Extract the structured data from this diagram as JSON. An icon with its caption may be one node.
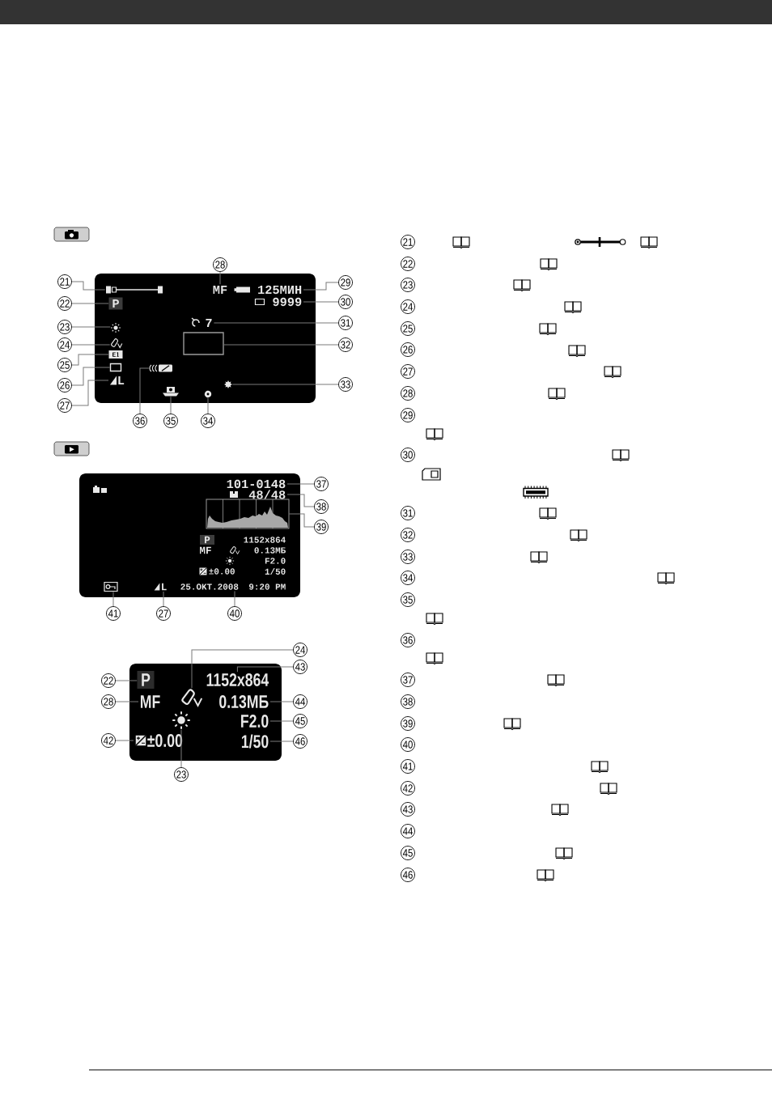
{
  "diagram": {
    "nodes": [
      {
        "text": [],
        "shape": "box"
      },
      {
        "text": [],
        "shape": "picture",
        "in": 0
      },
      {
        "text": [
          "P"
        ],
        "in": 0
      },
      {
        "text": [],
        "shape": "picture",
        "in": 0
      },
      {
        "text": [],
        "shape": "picture",
        "in": 0
      },
      {
        "text": [
          "E1"
        ],
        "in": 0
      },
      {
        "text": [],
        "shape": "box",
        "in": 0
      },
      {
        "text": [
          "L"
        ],
        "in": 0
      },
      {
        "text": [
          "MF"
        ],
        "in": 0
      },
      {
        "text": [
          "125МИН"
        ],
        "in": 0
      },
      {
        "text": [
          "9999"
        ],
        "in": 0
      },
      {
        "text": [
          "7"
        ],
        "in": 0
      },
      {
        "text": [],
        "shape": "box",
        "in": 0
      },
      {
        "text": [],
        "shape": "picture",
        "in": 0
      },
      {
        "text": [],
        "shape": "picture",
        "in": 0
      },
      {
        "text": [],
        "shape": "picture",
        "in": 0
      },
      {
        "text": [],
        "shape": "picture",
        "in": 0
      },
      {
        "text": [
          "21"
        ]
      },
      {
        "text": [
          "22"
        ]
      },
      {
        "text": [
          "23"
        ]
      },
      {
        "text": [
          "24"
        ]
      },
      {
        "text": [
          "25"
        ]
      },
      {
        "text": [
          "26"
        ]
      },
      {
        "text": [
          "27"
        ]
      },
      {
        "text": [
          "28"
        ]
      },
      {
        "text": [
          "29"
        ]
      },
      {
        "text": [
          "30"
        ]
      },
      {
        "text": [
          "31"
        ]
      },
      {
        "text": [
          "32"
        ]
      },
      {
        "text": [
          "33"
        ]
      },
      {
        "text": [
          "34"
        ]
      },
      {
        "text": [
          "35"
        ]
      },
      {
        "text": [
          "36"
        ]
      },
      {
        "text": [
          "1152x864",
          "MF",
          "0.13МБ",
          "F2.0",
          "±0.00",
          "1/50",
          "9:20 PM"
        ]
      },
      {
        "text": [
          "101-0148"
        ],
        "in": 33
      },
      {
        "text": [
          "48/48"
        ],
        "in": 33
      },
      {
        "text": [],
        "shape": "picture",
        "in": 33
      },
      {
        "text": [
          "P"
        ],
        "in": 33
      },
      {
        "text": [],
        "shape": "picture",
        "in": 33
      },
      {
        "text": [
          "L"
        ],
        "in": 33
      },
      {
        "text": [
          "25.OKT.2008"
        ],
        "in": 33
      },
      {
        "text": [
          "37"
        ]
      },
      {
        "text": [
          "38"
        ]
      },
      {
        "text": [
          "39"
        ]
      },
      {
        "text": [
          "41"
        ]
      },
      {
        "text": [
          "27"
        ]
      },
      {
        "text": [
          "40"
        ]
      },
      {
        "text": [],
        "shape": "box"
      },
      {
        "text": [
          "P"
        ],
        "in": 47
      },
      {
        "text": [
          "MF"
        ],
        "in": 47
      },
      {
        "text": [],
        "shape": "picture",
        "in": 47
      },
      {
        "text": [
          "1152x864"
        ],
        "in": 47
      },
      {
        "text": [
          "0.13МБ"
        ],
        "in": 47
      },
      {
        "text": [],
        "shape": "picture",
        "in": 47
      },
      {
        "text": [
          "F2.0"
        ],
        "in": 47
      },
      {
        "text": [
          "±0.00"
        ],
        "in": 47
      },
      {
        "text": [
          "1/50"
        ],
        "in": 47
      },
      {
        "text": [
          "24"
        ]
      },
      {
        "text": [
          "43"
        ]
      },
      {
        "text": [
          "22"
        ]
      },
      {
        "text": [
          "28"
        ]
      },
      {
        "text": [
          "44"
        ]
      },
      {
        "text": [
          "45"
        ]
      },
      {
        "text": [
          "42"
        ]
      },
      {
        "text": [
          "46"
        ]
      },
      {
        "text": [
          "23"
        ]
      }
    ],
    "edges": [
      {
        "from": 17,
        "to": 1,
        "arrow": "none"
      },
      {
        "from": 18,
        "to": 2,
        "arrow": "none"
      },
      {
        "from": 19,
        "to": 3,
        "arrow": "none"
      },
      {
        "from": 20,
        "to": 4,
        "arrow": "none"
      },
      {
        "from": 21,
        "to": 5,
        "arrow": "none"
      },
      {
        "from": 22,
        "to": 6,
        "arrow": "none"
      },
      {
        "from": 23,
        "to": 7,
        "arrow": "none"
      },
      {
        "from": 24,
        "to": 8,
        "arrow": "none"
      },
      {
        "from": 25,
        "to": 9,
        "arrow": "none"
      },
      {
        "from": 26,
        "to": 10,
        "arrow": "none"
      },
      {
        "from": 27,
        "to": 11,
        "arrow": "none"
      },
      {
        "from": 28,
        "to": 12,
        "arrow": "none"
      },
      {
        "from": 29,
        "to": 13,
        "arrow": "none"
      },
      {
        "from": 30,
        "to": 14,
        "arrow": "none"
      },
      {
        "from": 31,
        "to": 15,
        "arrow": "none"
      },
      {
        "from": 32,
        "to": 16,
        "arrow": "none"
      },
      {
        "from": 41,
        "to": 34,
        "arrow": "none"
      },
      {
        "from": 42,
        "to": 35,
        "arrow": "none"
      },
      {
        "from": 43,
        "to": 36,
        "arrow": "none"
      },
      {
        "from": 44,
        "to": 38,
        "arrow": "none"
      },
      {
        "from": 45,
        "to": 39,
        "arrow": "none"
      },
      {
        "from": 46,
        "to": 40,
        "arrow": "none"
      },
      {
        "from": 57,
        "to": 50,
        "arrow": "none"
      },
      {
        "from": 58,
        "to": 51,
        "arrow": "none"
      },
      {
        "from": 59,
        "to": 48,
        "arrow": "none"
      },
      {
        "from": 60,
        "to": 49,
        "arrow": "none"
      },
      {
        "from": 61,
        "to": 52,
        "arrow": "none"
      },
      {
        "from": 62,
        "to": 54,
        "arrow": "none"
      },
      {
        "from": 63,
        "to": 55,
        "arrow": "none"
      },
      {
        "from": 64,
        "to": 56,
        "arrow": "none"
      },
      {
        "from": 65,
        "to": 53,
        "arrow": "none"
      }
    ],
    "labels": [
      "21",
      "22",
      "23",
      "24",
      "25",
      "26",
      "27",
      "28",
      "29",
      "30",
      "31",
      "32",
      "33",
      "34",
      "35",
      "36",
      "37",
      "38",
      "39",
      "40",
      "41",
      "42",
      "43",
      "44",
      "45",
      "46"
    ]
  }
}
